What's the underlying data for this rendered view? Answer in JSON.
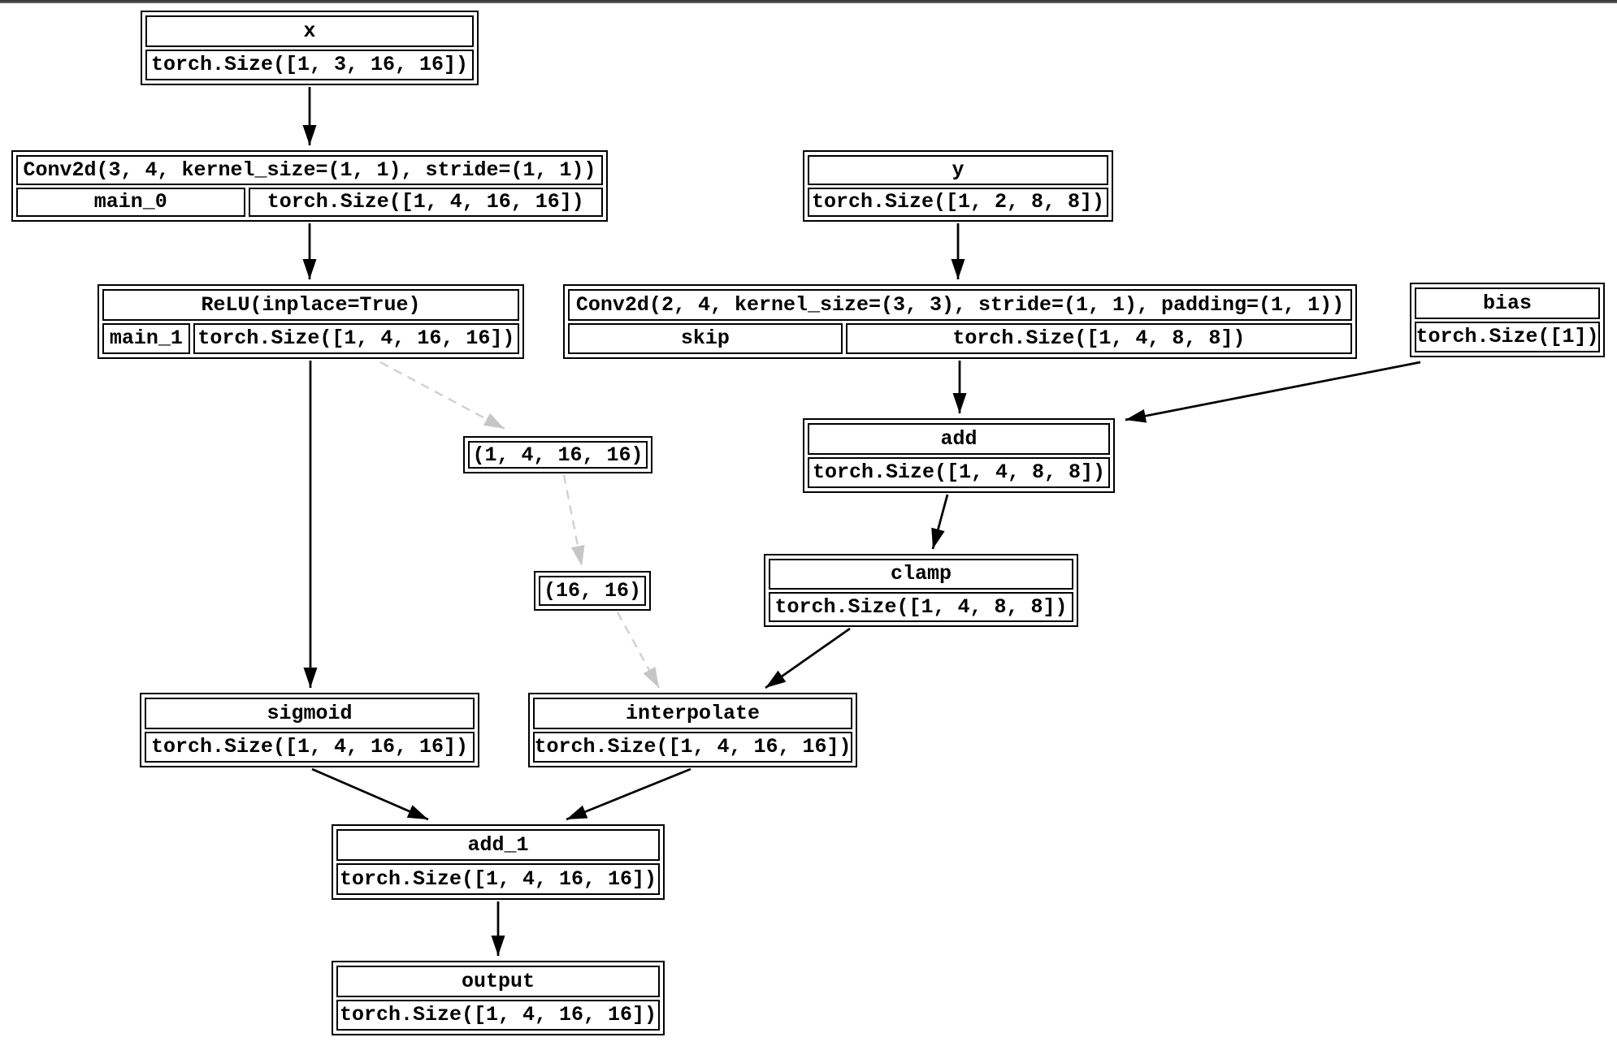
{
  "window": {
    "top_border_color": "#474747",
    "background_color": "#ffffff"
  },
  "diagram": {
    "type": "torch-fx-computational-graph",
    "edge_color": "#000000",
    "dashed_edge_color": "#d2d2d2",
    "node_border_color": "#000000",
    "nodes": {
      "x": {
        "title": "x",
        "size": "torch.Size([1, 3, 16, 16])"
      },
      "conv_main": {
        "op": "Conv2d(3, 4, kernel_size=(1, 1), stride=(1, 1))",
        "name": "main_0",
        "size": "torch.Size([1, 4, 16, 16])"
      },
      "relu": {
        "op": "ReLU(inplace=True)",
        "name": "main_1",
        "size": "torch.Size([1, 4, 16, 16])"
      },
      "y": {
        "title": "y",
        "size": "torch.Size([1, 2, 8, 8])"
      },
      "conv_skip": {
        "op": "Conv2d(2, 4, kernel_size=(3, 3), stride=(1, 1), padding=(1, 1))",
        "name": "skip",
        "size": "torch.Size([1, 4, 8, 8])"
      },
      "bias": {
        "title": "bias",
        "size": "torch.Size([1])"
      },
      "add": {
        "title": "add",
        "size": "torch.Size([1, 4, 8, 8])"
      },
      "clamp": {
        "title": "clamp",
        "size": "torch.Size([1, 4, 8, 8])"
      },
      "tuple_1": {
        "label": "(1, 4, 16, 16)"
      },
      "tuple_2": {
        "label": "(16, 16)"
      },
      "sigmoid": {
        "title": "sigmoid",
        "size": "torch.Size([1, 4, 16, 16])"
      },
      "interpolate": {
        "title": "interpolate",
        "size": "torch.Size([1, 4, 16, 16])"
      },
      "add_1": {
        "title": "add_1",
        "size": "torch.Size([1, 4, 16, 16])"
      },
      "output": {
        "title": "output",
        "size": "torch.Size([1, 4, 16, 16])"
      }
    }
  }
}
